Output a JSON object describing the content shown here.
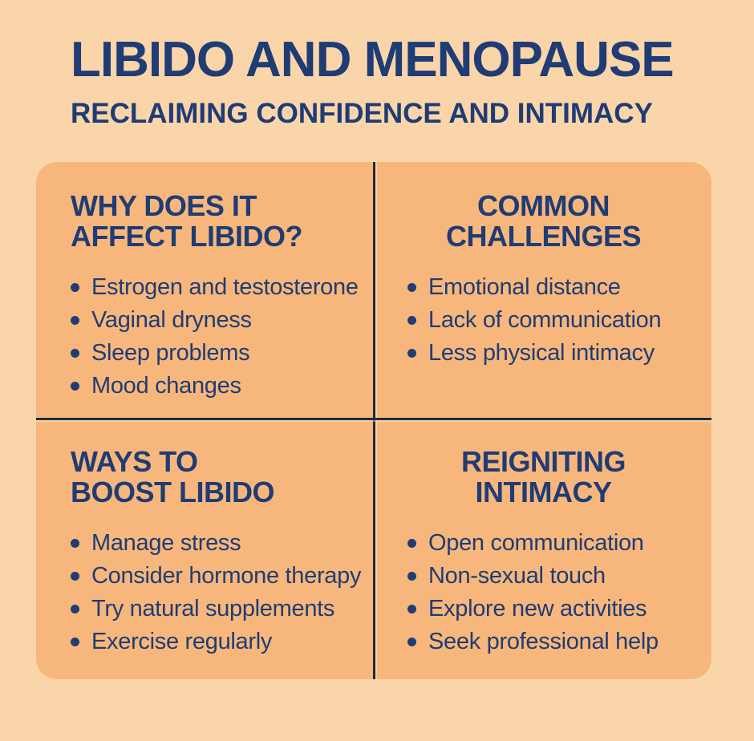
{
  "title": "LIBIDO AND MENOPAUSE",
  "subtitle": "RECLAIMING CONFIDENCE AND INTIMACY",
  "colors": {
    "background": "#FBD5AA",
    "card": "#F7B77C",
    "navy_text": "#1F3C74",
    "divider": "#212B3B"
  },
  "quadrants": [
    {
      "heading_lines": [
        "WHY DOES IT",
        "AFFECT LIBIDO?"
      ],
      "heading_align": "left",
      "bullets": [
        "Estrogen and testosterone",
        "Vaginal dryness",
        "Sleep problems",
        "Mood changes"
      ]
    },
    {
      "heading_lines": [
        "COMMON",
        "CHALLENGES"
      ],
      "heading_align": "center",
      "bullets": [
        "Emotional distance",
        "Lack of communication",
        "Less physical intimacy"
      ]
    },
    {
      "heading_lines": [
        "WAYS TO",
        "BOOST LIBIDO"
      ],
      "heading_align": "left",
      "bullets": [
        "Manage stress",
        "Consider hormone therapy",
        "Try natural supplements",
        "Exercise regularly"
      ]
    },
    {
      "heading_lines": [
        "REIGNITING",
        "INTIMACY"
      ],
      "heading_align": "center",
      "bullets": [
        "Open communication",
        "Non-sexual touch",
        "Explore new activities",
        "Seek professional help"
      ]
    }
  ]
}
